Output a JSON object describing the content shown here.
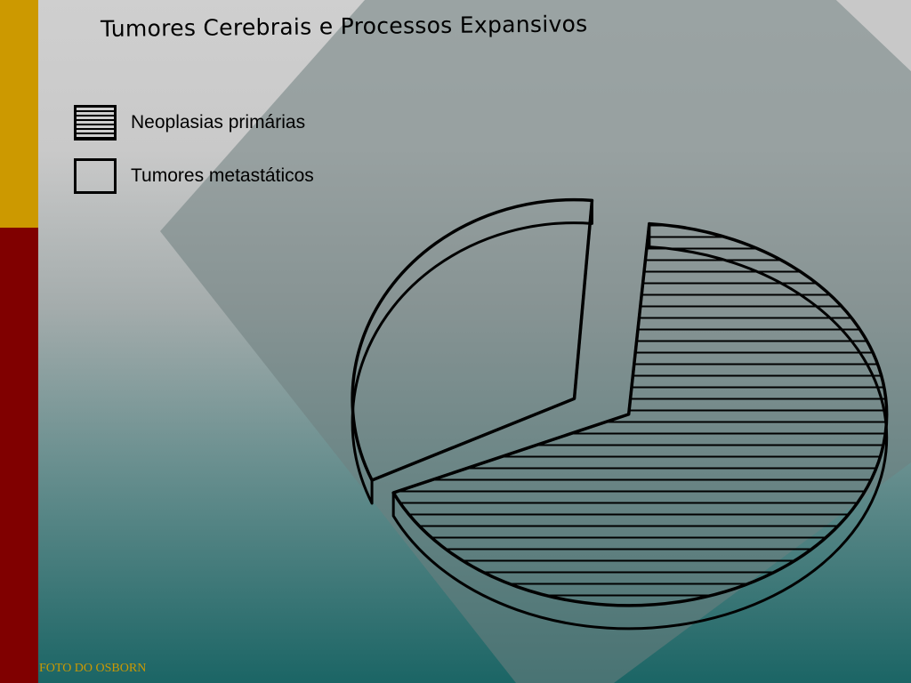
{
  "colors": {
    "accent_gold": "#cc9900",
    "accent_red": "#800000",
    "diamond": "#6f8080",
    "teal_bottom": "#1b6565"
  },
  "chart_data": {
    "type": "pie",
    "title": "Tumores Cerebrais e Processos Expansivos",
    "legend_placement": "top-left",
    "style": "3d-exploded-hatched",
    "slices": [
      {
        "label": "Neoplasias primárias",
        "value": 67,
        "pattern": "horizontal-hatch"
      },
      {
        "label": "Tumores metastáticos",
        "value": 33,
        "pattern": "none"
      }
    ]
  },
  "footer": {
    "source": "FOTO DO OSBORN"
  }
}
